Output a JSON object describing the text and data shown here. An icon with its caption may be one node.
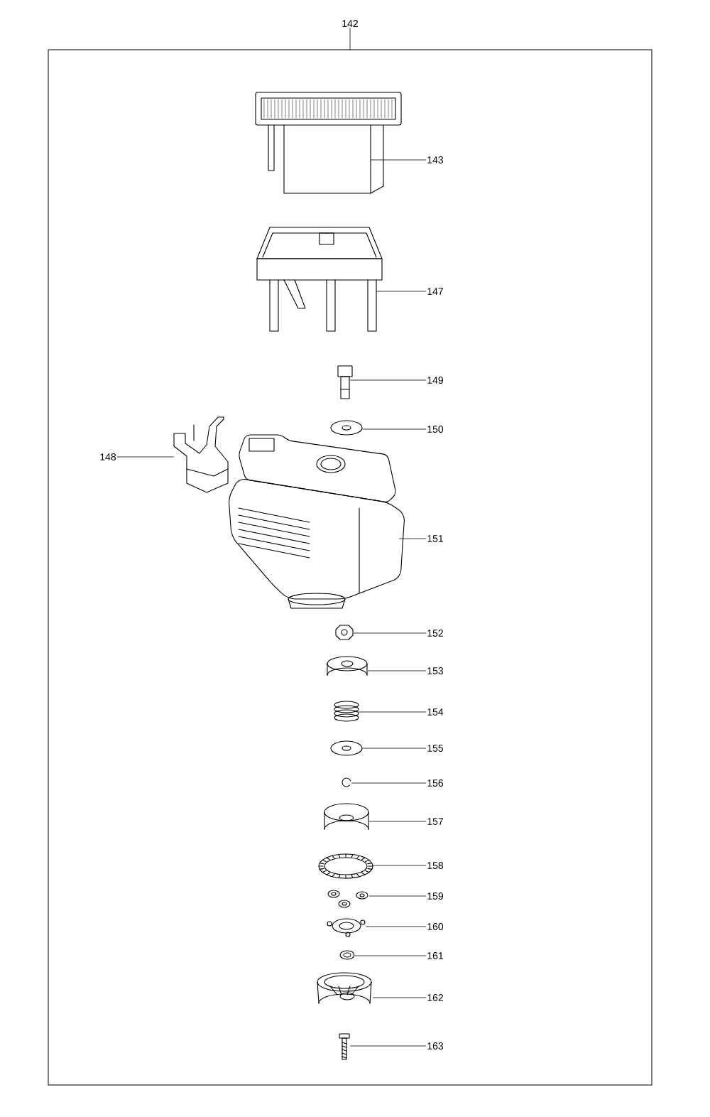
{
  "diagram": {
    "nodes": [
      {
        "text": [
          "142"
        ]
      },
      {
        "text": [],
        "shape": "box"
      },
      {
        "text": [
          "143"
        ],
        "in": 1
      },
      {
        "text": [],
        "shape": "picture",
        "in": 1
      },
      {
        "text": [
          "147"
        ],
        "in": 1
      },
      {
        "text": [],
        "shape": "picture",
        "in": 1
      },
      {
        "text": [
          "149"
        ],
        "in": 1
      },
      {
        "text": [],
        "shape": "picture",
        "in": 1
      },
      {
        "text": [
          "150"
        ],
        "in": 1
      },
      {
        "text": [],
        "shape": "picture",
        "in": 1
      },
      {
        "text": [
          "148"
        ],
        "in": 1
      },
      {
        "text": [],
        "shape": "picture",
        "in": 1
      },
      {
        "text": [
          "151"
        ],
        "in": 1
      },
      {
        "text": [],
        "shape": "picture",
        "in": 1
      },
      {
        "text": [
          "152"
        ],
        "in": 1
      },
      {
        "text": [],
        "shape": "picture",
        "in": 1
      },
      {
        "text": [
          "153"
        ],
        "in": 1
      },
      {
        "text": [],
        "shape": "picture",
        "in": 1
      },
      {
        "text": [
          "154"
        ],
        "in": 1
      },
      {
        "text": [],
        "shape": "picture",
        "in": 1
      },
      {
        "text": [
          "155"
        ],
        "in": 1
      },
      {
        "text": [],
        "shape": "picture",
        "in": 1
      },
      {
        "text": [
          "156"
        ],
        "in": 1
      },
      {
        "text": [],
        "shape": "picture",
        "in": 1
      },
      {
        "text": [
          "157"
        ],
        "in": 1
      },
      {
        "text": [],
        "shape": "picture",
        "in": 1
      },
      {
        "text": [
          "158"
        ],
        "in": 1
      },
      {
        "text": [],
        "shape": "picture",
        "in": 1
      },
      {
        "text": [
          "159"
        ],
        "in": 1
      },
      {
        "text": [],
        "shape": "picture",
        "in": 1
      },
      {
        "text": [
          "160"
        ],
        "in": 1
      },
      {
        "text": [],
        "shape": "picture",
        "in": 1
      },
      {
        "text": [
          "161"
        ],
        "in": 1
      },
      {
        "text": [],
        "shape": "picture",
        "in": 1
      },
      {
        "text": [
          "162"
        ],
        "in": 1
      },
      {
        "text": [],
        "shape": "picture",
        "in": 1
      },
      {
        "text": [
          "163"
        ],
        "in": 1
      },
      {
        "text": [],
        "shape": "picture",
        "in": 1
      }
    ],
    "edges": [
      {
        "from": 0,
        "to": 1,
        "arrow": "none"
      },
      {
        "from": 2,
        "to": 3,
        "arrow": "none"
      },
      {
        "from": 4,
        "to": 5,
        "arrow": "none"
      },
      {
        "from": 6,
        "to": 7,
        "arrow": "none"
      },
      {
        "from": 8,
        "to": 9,
        "arrow": "none"
      },
      {
        "from": 10,
        "to": 11,
        "arrow": "none"
      },
      {
        "from": 12,
        "to": 13,
        "arrow": "none"
      },
      {
        "from": 14,
        "to": 15,
        "arrow": "none"
      },
      {
        "from": 16,
        "to": 17,
        "arrow": "none"
      },
      {
        "from": 18,
        "to": 19,
        "arrow": "none"
      },
      {
        "from": 20,
        "to": 21,
        "arrow": "none"
      },
      {
        "from": 22,
        "to": 23,
        "arrow": "none"
      },
      {
        "from": 24,
        "to": 25,
        "arrow": "none"
      },
      {
        "from": 26,
        "to": 27,
        "arrow": "none"
      },
      {
        "from": 28,
        "to": 29,
        "arrow": "none"
      },
      {
        "from": 30,
        "to": 31,
        "arrow": "none"
      },
      {
        "from": 32,
        "to": 33,
        "arrow": "none"
      },
      {
        "from": 34,
        "to": 35,
        "arrow": "none"
      },
      {
        "from": 36,
        "to": 37,
        "arrow": "none"
      }
    ]
  }
}
